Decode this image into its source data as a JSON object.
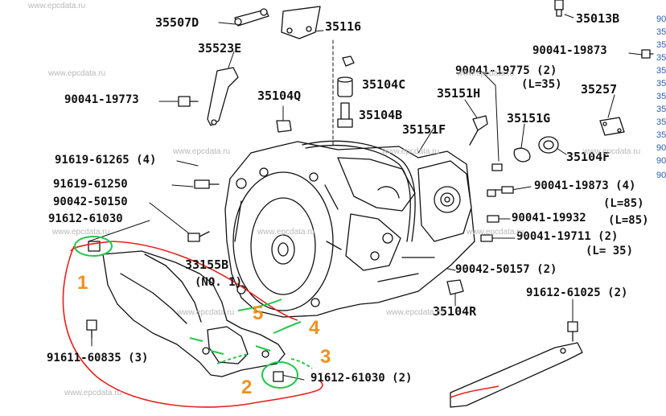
{
  "diagram": {
    "parts": [
      {
        "id": "p_35507d",
        "text": "35507D"
      },
      {
        "id": "p_35116",
        "text": "35116"
      },
      {
        "id": "p_35013b",
        "text": "35013B"
      },
      {
        "id": "p_90041_19873",
        "text": "90041-19873"
      },
      {
        "id": "p_35523e",
        "text": "35523E"
      },
      {
        "id": "p_90041_19775",
        "text": "90041-19775 (2)"
      },
      {
        "id": "p_l35_a",
        "text": "(L=35)"
      },
      {
        "id": "p_35104c",
        "text": "35104C"
      },
      {
        "id": "p_35257",
        "text": "35257"
      },
      {
        "id": "p_90041_19773",
        "text": "90041-19773"
      },
      {
        "id": "p_35104q",
        "text": "35104Q"
      },
      {
        "id": "p_35151h",
        "text": "35151H"
      },
      {
        "id": "p_35104b",
        "text": "35104B"
      },
      {
        "id": "p_35151g",
        "text": "35151G"
      },
      {
        "id": "p_35151f",
        "text": "35151F"
      },
      {
        "id": "p_35104f",
        "text": "35104F"
      },
      {
        "id": "p_91619_61265",
        "text": "91619-61265 (4)"
      },
      {
        "id": "p_91619_61250",
        "text": "91619-61250"
      },
      {
        "id": "p_90041_19873_4",
        "text": "90041-19873 (4)"
      },
      {
        "id": "p_90042_50150",
        "text": "90042-50150"
      },
      {
        "id": "p_l85_a",
        "text": "(L=85)"
      },
      {
        "id": "p_90041_19932",
        "text": "90041-19932"
      },
      {
        "id": "p_l85_b",
        "text": "(L=85)"
      },
      {
        "id": "p_91612_61030",
        "text": "91612-61030"
      },
      {
        "id": "p_90041_19711",
        "text": "90041-19711 (2)"
      },
      {
        "id": "p_l35_b",
        "text": "(L= 35)"
      },
      {
        "id": "p_33155b",
        "text": "33155B"
      },
      {
        "id": "p_no1",
        "text": "(NO. 1)"
      },
      {
        "id": "p_90042_50157",
        "text": "90042-50157 (2)"
      },
      {
        "id": "p_91612_61025",
        "text": "91612-61025 (2)"
      },
      {
        "id": "p_35104r",
        "text": "35104R"
      },
      {
        "id": "p_91611_60835",
        "text": "91611-60835 (3)"
      },
      {
        "id": "p_91612_61030_2",
        "text": "91612-61030 (2)"
      }
    ],
    "watermarks": [
      {
        "id": "wm1",
        "text": "www.epcdata.ru"
      },
      {
        "id": "wm2",
        "text": "www.epcdata.ru"
      },
      {
        "id": "wm3",
        "text": "www.epcdata.ru"
      },
      {
        "id": "wm4",
        "text": "www.epcdata.ru"
      },
      {
        "id": "wm5",
        "text": "www.epcdata.ru"
      },
      {
        "id": "wm6",
        "text": "www.epcdata.ru"
      },
      {
        "id": "wm7",
        "text": "www.epcdata.ru"
      },
      {
        "id": "wm8",
        "text": "www.epcdata.ru"
      },
      {
        "id": "wm9",
        "text": "www.epcdata.ru"
      },
      {
        "id": "wm10",
        "text": "www.epcdata.ru"
      },
      {
        "id": "wm11",
        "text": "www.epcdata.ru"
      },
      {
        "id": "wm12",
        "text": "www.epcdata.ru"
      }
    ],
    "annotations": [
      {
        "id": "n1",
        "text": "1"
      },
      {
        "id": "n2",
        "text": "2"
      },
      {
        "id": "n3",
        "text": "3"
      },
      {
        "id": "n4",
        "text": "4"
      },
      {
        "id": "n5",
        "text": "5"
      }
    ],
    "edge_fragments": [
      {
        "id": "e1",
        "text": "90"
      },
      {
        "id": "e2",
        "text": "35"
      },
      {
        "id": "e3",
        "text": "35"
      },
      {
        "id": "e4",
        "text": "35"
      },
      {
        "id": "e5",
        "text": "35"
      },
      {
        "id": "e6",
        "text": "35"
      },
      {
        "id": "e7",
        "text": "35"
      },
      {
        "id": "e8",
        "text": "35"
      },
      {
        "id": "e9",
        "text": "35"
      },
      {
        "id": "e10",
        "text": "35"
      },
      {
        "id": "e11",
        "text": "90"
      },
      {
        "id": "e12",
        "text": "90"
      },
      {
        "id": "e13",
        "text": "90"
      }
    ],
    "colors": {
      "annotation_red": "#e8201c",
      "annotation_green": "#22c84a",
      "annotation_orange": "#f39020",
      "line": "#111111"
    }
  }
}
